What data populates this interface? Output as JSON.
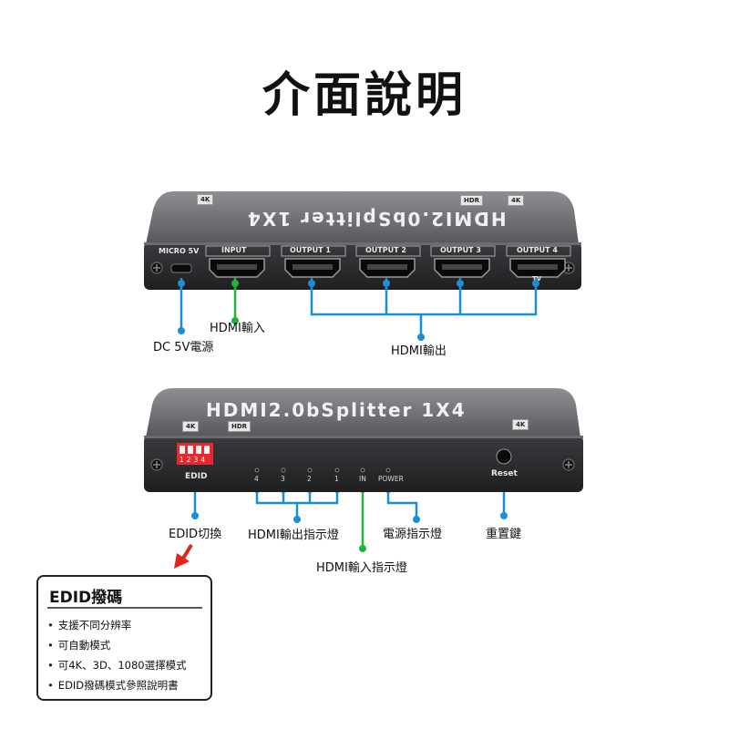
{
  "title": "介面說明",
  "front_panel": {
    "brand": "HDMI2.0bSplitter 1X4",
    "port_labels": [
      "MICRO 5V",
      "INPUT",
      "OUTPUT 1",
      "OUTPUT 2",
      "OUTPUT 3",
      "OUTPUT 4"
    ],
    "tv_mark": "TV",
    "callouts": {
      "dc": "DC 5V電源",
      "hdmi_in": "HDMI輸入",
      "hdmi_out": "HDMI輸出"
    }
  },
  "back_panel": {
    "brand": "HDMI2.0bSplitter 1X4",
    "dip_numbers": [
      "1",
      "2",
      "3",
      "4"
    ],
    "edid_label": "EDID",
    "led_labels": [
      "4",
      "3",
      "2",
      "1",
      "IN",
      "POWER"
    ],
    "reset_label": "Reset",
    "callouts": {
      "edid_switch": "EDID切換",
      "output_leds": "HDMI輸出指示燈",
      "power_led": "電源指示燈",
      "reset": "重置鍵",
      "input_led": "HDMI輸入指示燈"
    }
  },
  "info_box": {
    "title": "EDID撥碼",
    "items": [
      "支援不同分辨率",
      "可自動模式",
      "可4K、3D、1080選擇模式",
      "EDID撥碼模式參照說明書"
    ]
  },
  "colors": {
    "blue_line": "#1a8fd6",
    "green_line": "#22b43a",
    "red_arrow": "#e0241b",
    "device_dark": "#3b3c3f",
    "dip_red": "#e8272f"
  }
}
